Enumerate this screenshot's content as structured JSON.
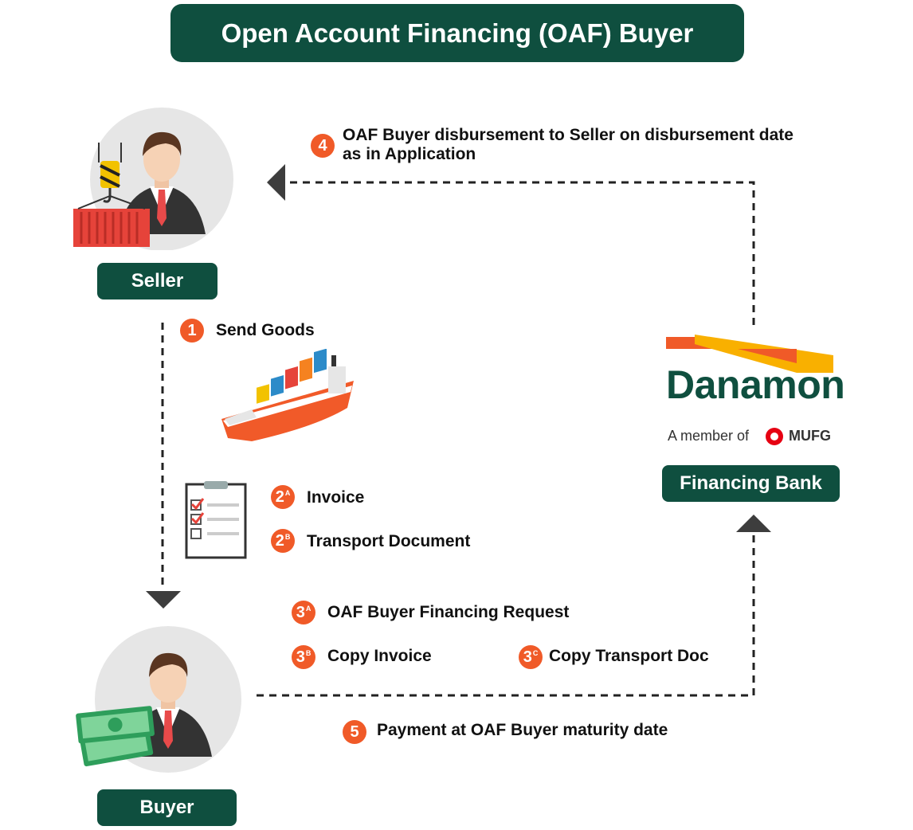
{
  "title": "Open Account Financing (OAF) Buyer",
  "parties": {
    "seller": "Seller",
    "buyer": "Buyer",
    "bank": "Financing Bank"
  },
  "bank_logo": {
    "name": "Danamon",
    "member_text": "A member of",
    "group": "MUFG"
  },
  "steps": {
    "s1": {
      "badge": "1",
      "sup": "",
      "label": "Send Goods"
    },
    "s2a": {
      "badge": "2",
      "sup": "A",
      "label": "Invoice"
    },
    "s2b": {
      "badge": "2",
      "sup": "B",
      "label": "Transport Document"
    },
    "s3a": {
      "badge": "3",
      "sup": "A",
      "label": "OAF Buyer Financing Request"
    },
    "s3b": {
      "badge": "3",
      "sup": "B",
      "label": "Copy Invoice"
    },
    "s3c": {
      "badge": "3",
      "sup": "C",
      "label": "Copy Transport Doc"
    },
    "s4": {
      "badge": "4",
      "sup": "",
      "label_line1": "OAF Buyer disbursement to Seller on disbursement date",
      "label_line2": "as in Application"
    },
    "s5": {
      "badge": "5",
      "sup": "",
      "label": "Payment at OAF Buyer maturity date"
    }
  },
  "colors": {
    "primary": "#0f4f3f",
    "badge": "#f05a28",
    "arrow": "#3d3d3d"
  }
}
